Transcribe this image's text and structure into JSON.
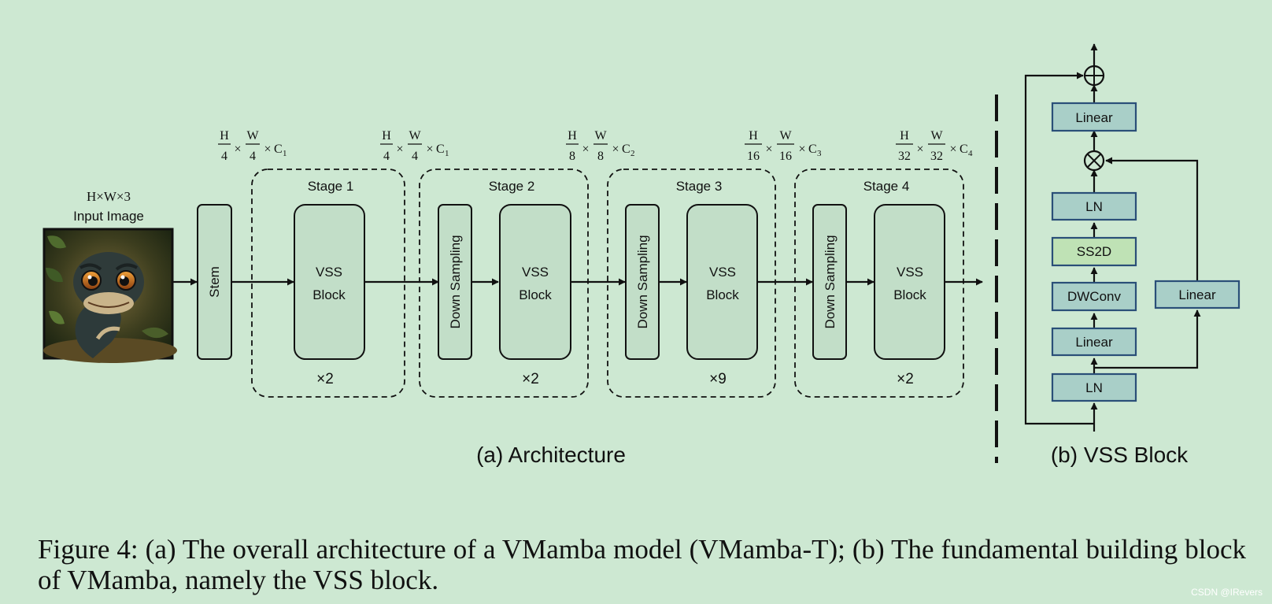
{
  "input": {
    "dims": "H×W×3",
    "label": "Input Image",
    "image_icon": "snake-image"
  },
  "stem_label": "Stem",
  "stages": [
    {
      "title": "Stage 1",
      "block": [
        "VSS",
        "Block"
      ],
      "repeat": "×2",
      "downsample": ""
    },
    {
      "title": "Stage 2",
      "block": [
        "VSS",
        "Block"
      ],
      "repeat": "×2",
      "downsample": "Down Sampling"
    },
    {
      "title": "Stage 3",
      "block": [
        "VSS",
        "Block"
      ],
      "repeat": "×9",
      "downsample": "Down Sampling"
    },
    {
      "title": "Stage 4",
      "block": [
        "VSS",
        "Block"
      ],
      "repeat": "×2",
      "downsample": "Down Sampling"
    }
  ],
  "shapes": [
    {
      "h": "H",
      "hd": "4",
      "w": "W",
      "wd": "4",
      "c": "C",
      "ci": "1"
    },
    {
      "h": "H",
      "hd": "4",
      "w": "W",
      "wd": "4",
      "c": "C",
      "ci": "1"
    },
    {
      "h": "H",
      "hd": "8",
      "w": "W",
      "wd": "8",
      "c": "C",
      "ci": "2"
    },
    {
      "h": "H",
      "hd": "16",
      "w": "W",
      "wd": "16",
      "c": "C",
      "ci": "3"
    },
    {
      "h": "H",
      "hd": "32",
      "w": "W",
      "wd": "32",
      "c": "C",
      "ci": "4"
    }
  ],
  "times": "×",
  "arch_caption": "(a) Architecture",
  "vss": {
    "caption": "(b) VSS Block",
    "linear_top": "Linear",
    "ln_upper": "LN",
    "ss2d": "SS2D",
    "dwconv": "DWConv",
    "linear_mid": "Linear",
    "ln_lower": "LN",
    "linear_side": "Linear",
    "add_icon": "circle-plus-icon",
    "mul_icon": "circle-times-icon"
  },
  "figure_caption": "Figure 4: (a) The overall architecture of a VMamba model (VMamba-T); (b) The fundamental building block of VMamba, namely the VSS block.",
  "watermark": "CSDN @IRevers",
  "colors": {
    "background": "#cde8d2",
    "module_fill": "#c2dec8",
    "vss_box_fill": "#a9cfc8",
    "ss2d_fill": "#bfe2b5",
    "vss_box_border": "#2a4f78"
  }
}
